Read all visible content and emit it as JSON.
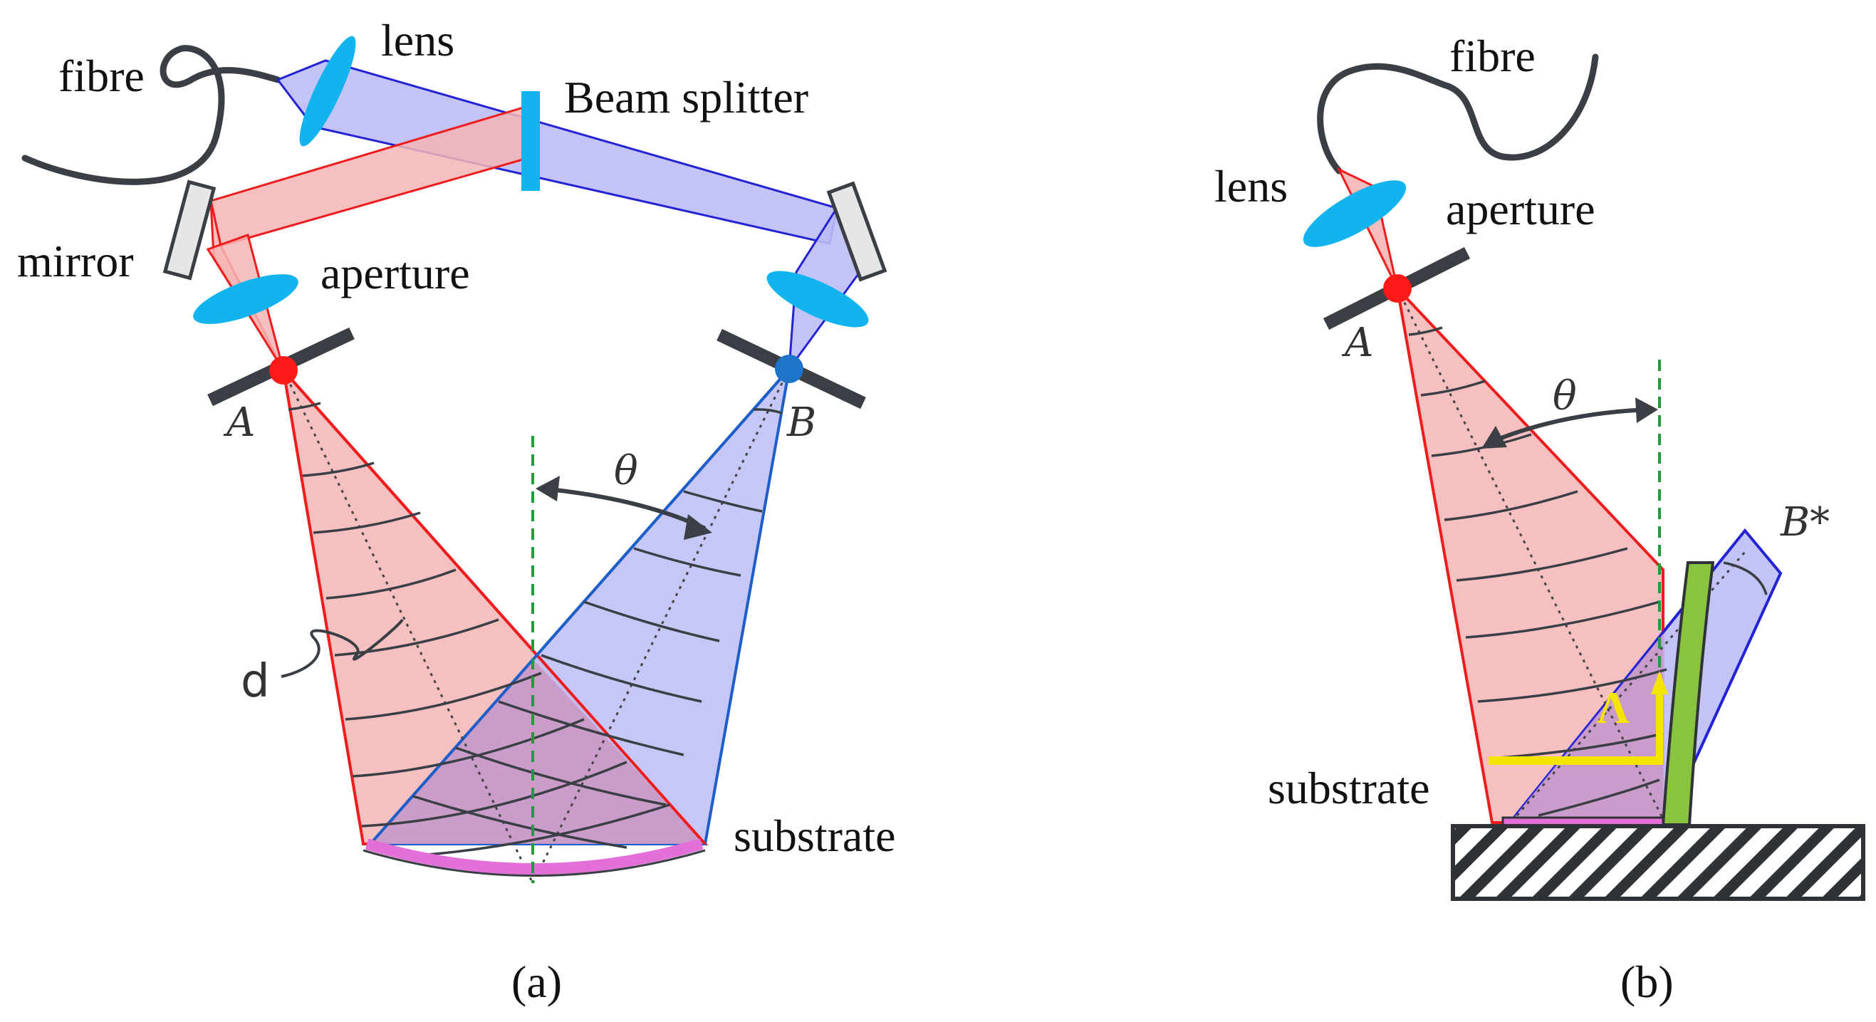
{
  "panel_a": {
    "labels": {
      "fibre": "fibre",
      "lens": "lens",
      "beam_splitter": "Beam splitter",
      "mirror": "mirror",
      "aperture": "aperture",
      "point_a": "A",
      "point_b": "B",
      "theta": "θ",
      "d": "d",
      "substrate": "substrate"
    },
    "caption": "(a)"
  },
  "panel_b": {
    "labels": {
      "fibre": "fibre",
      "lens": "lens",
      "aperture": "aperture",
      "point_a": "A",
      "theta": "θ",
      "b_star": "B*",
      "lambda": "Λ",
      "substrate": "substrate"
    },
    "caption": "(b)"
  },
  "colors": {
    "red_beam_fill": "#f6b5b5",
    "red_beam_stroke": "#ee1c1c",
    "blue_beam_fill": "#bcbdf5",
    "blue_beam_stroke": "#2323d6",
    "overlap_fill": "#c99ac8",
    "lens_color": "#12b4f0",
    "substrate_color": "#e36fd8",
    "grating_color": "#8ac43e",
    "normal_line": "#1e9e3a",
    "period_arrow": "#f5e400",
    "point_a": "#ff1a1a",
    "point_b": "#1e74c8"
  }
}
